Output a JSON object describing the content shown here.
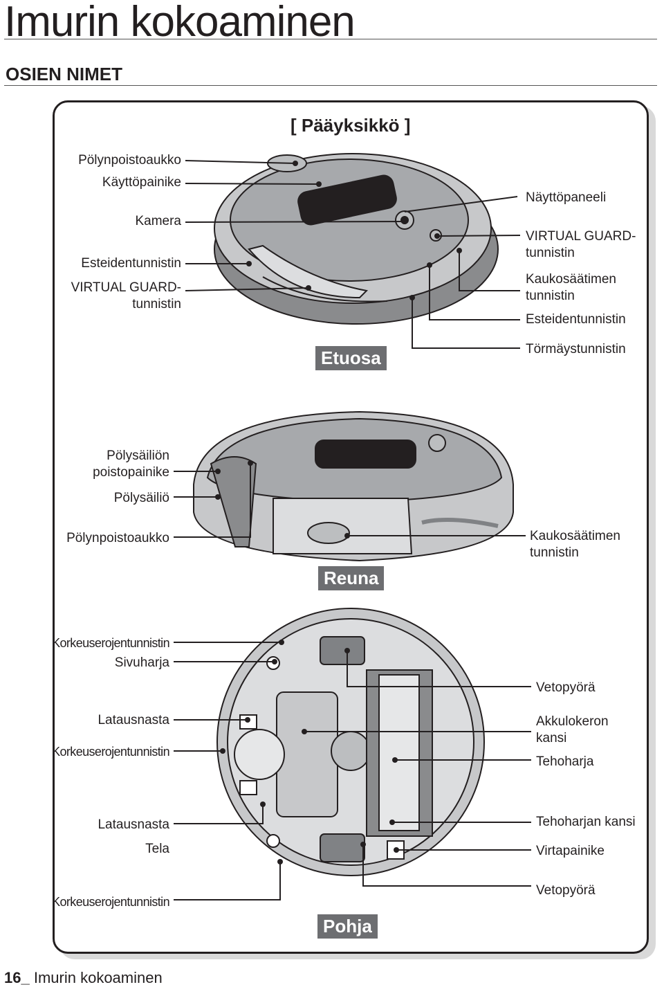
{
  "page": {
    "title": "Imurin kokoaminen",
    "section": "OSIEN NIMET"
  },
  "main_unit": {
    "header": "[ Pääyksikkö ]",
    "front": {
      "tag": "Etuosa",
      "left_labels": [
        "Pölynpoistoaukko",
        "Käyttöpainike",
        "Kamera",
        "Esteidentunnistin",
        "VIRTUAL GUARD-",
        "tunnistin"
      ],
      "right_labels": [
        "Näyttöpaneeli",
        "VIRTUAL GUARD-",
        "tunnistin",
        "Kaukosäätimen",
        "tunnistin",
        "Esteidentunnistin",
        "Törmäystunnistin"
      ]
    },
    "side": {
      "tag": "Reuna",
      "left_labels": [
        "Pölysäiliön",
        "poistopainike",
        "Pölysäiliö",
        "Pölynpoistoaukko"
      ],
      "right_labels": [
        "Kaukosäätimen",
        "tunnistin"
      ]
    },
    "bottom": {
      "tag": "Pohja",
      "left_labels": [
        "Korkeuserojentunnistin",
        "Sivuharja",
        "Latausnasta",
        "Korkeuserojentunnistin",
        "Latausnasta",
        "Tela",
        "Korkeuserojentunnistin"
      ],
      "right_labels": [
        "Vetopyörä",
        "Akkulokeron",
        "kansi",
        "Tehoharja",
        "Tehoharjan kansi",
        "Virtapainike",
        "Vetopyörä"
      ]
    }
  },
  "footer": {
    "page_number": "16_",
    "text": "Imurin kokoaminen"
  }
}
